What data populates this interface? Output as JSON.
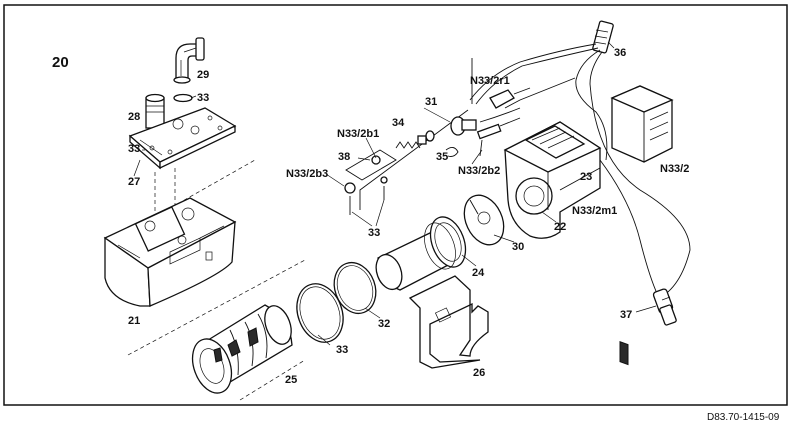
{
  "figure": {
    "number": "20",
    "reference": "D83.70-1415-09"
  },
  "callouts": {
    "c21": "21",
    "c22": "22",
    "c23": "23",
    "c24": "24",
    "c25": "25",
    "c26": "26",
    "c27": "27",
    "c28": "28",
    "c29": "29",
    "c30": "30",
    "c31": "31",
    "c32": "32",
    "c33a": "33",
    "c33b": "33",
    "c33c": "33",
    "c33d": "33",
    "c34": "34",
    "c35": "35",
    "c36": "36",
    "c37": "37",
    "c38": "38",
    "n33_2": "N33/2",
    "n33_2m1": "N33/2m1",
    "n33_2r1": "N33/2r1",
    "n33_2b1": "N33/2b1",
    "n33_2b2": "N33/2b2",
    "n33_2b3": "N33/2b3"
  }
}
